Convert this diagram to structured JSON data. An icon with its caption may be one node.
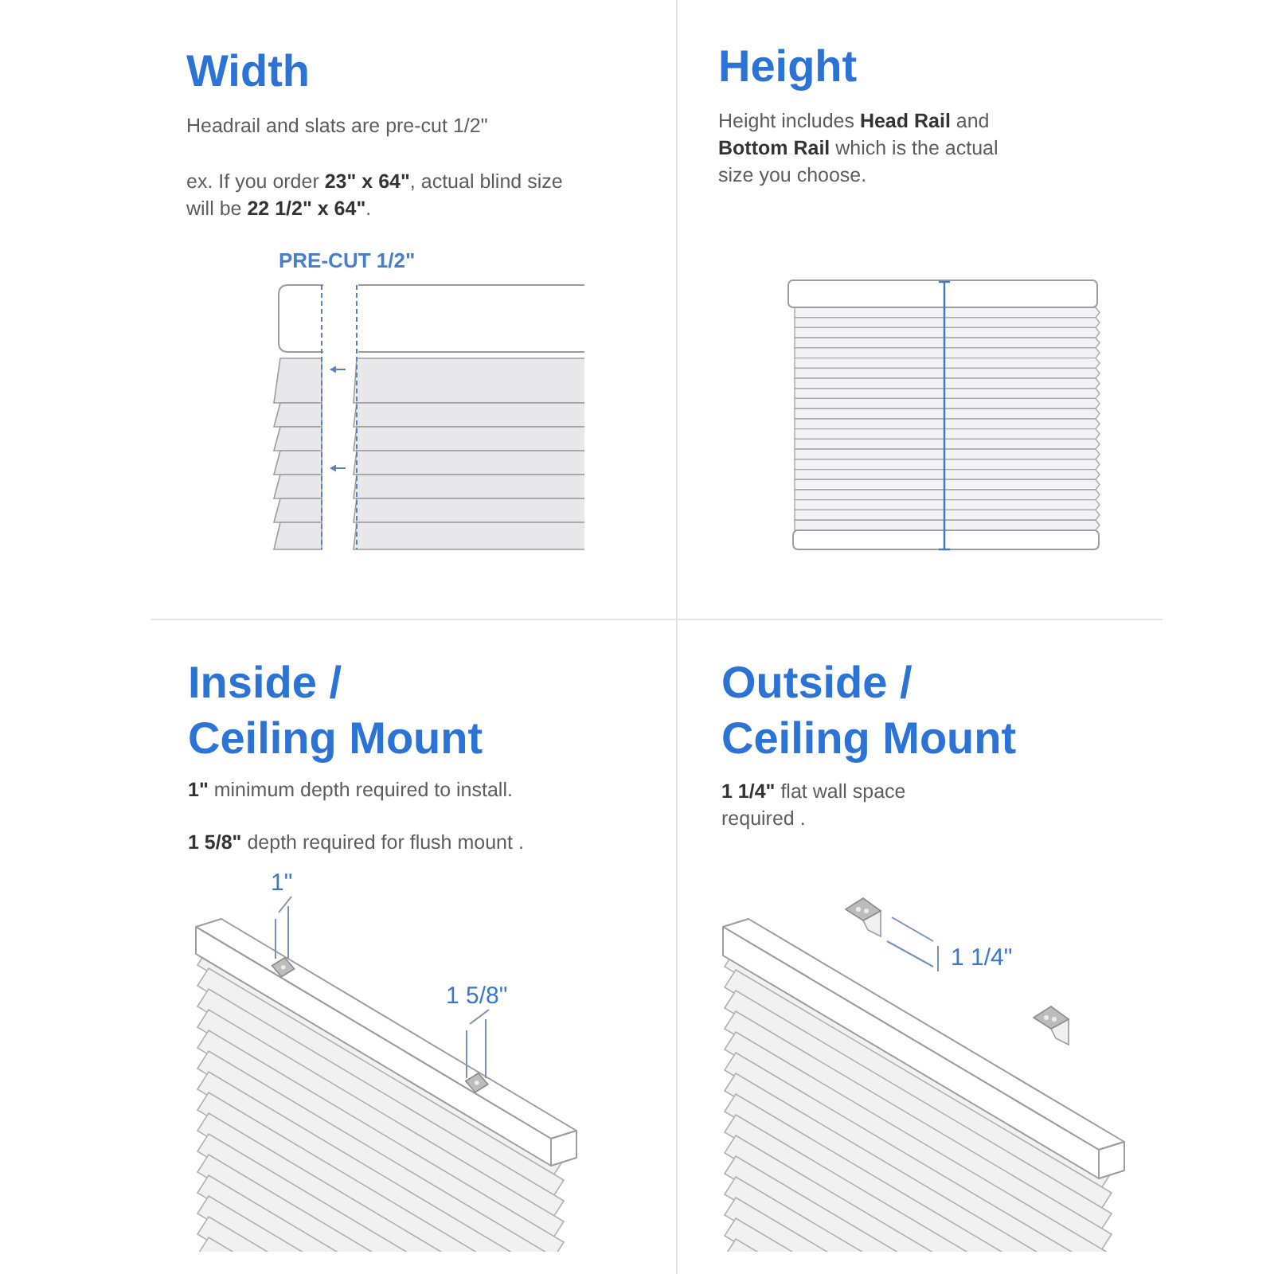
{
  "diagram": {
    "labels": [
      "Width",
      "Headrail and slats are pre-cut 1/2\"",
      "ex. If you order **23\" x 64\"**, actual blind size will be **22 1/2\" x 64\"**.",
      "PRE-CUT 1/2\"",
      "Height",
      "Height includes **Head Rail** and **Bottom Rail** which is the actual size you choose.",
      "Inside / Ceiling Mount",
      "**1\"** minimum depth required to install.",
      "**1 5/8\"** depth required for flush mount .",
      "1\"",
      "1 5/8\"",
      "Outside / Ceiling Mount",
      "**1 1/4\"** flat wall space required .",
      "1 1/4\""
    ]
  }
}
